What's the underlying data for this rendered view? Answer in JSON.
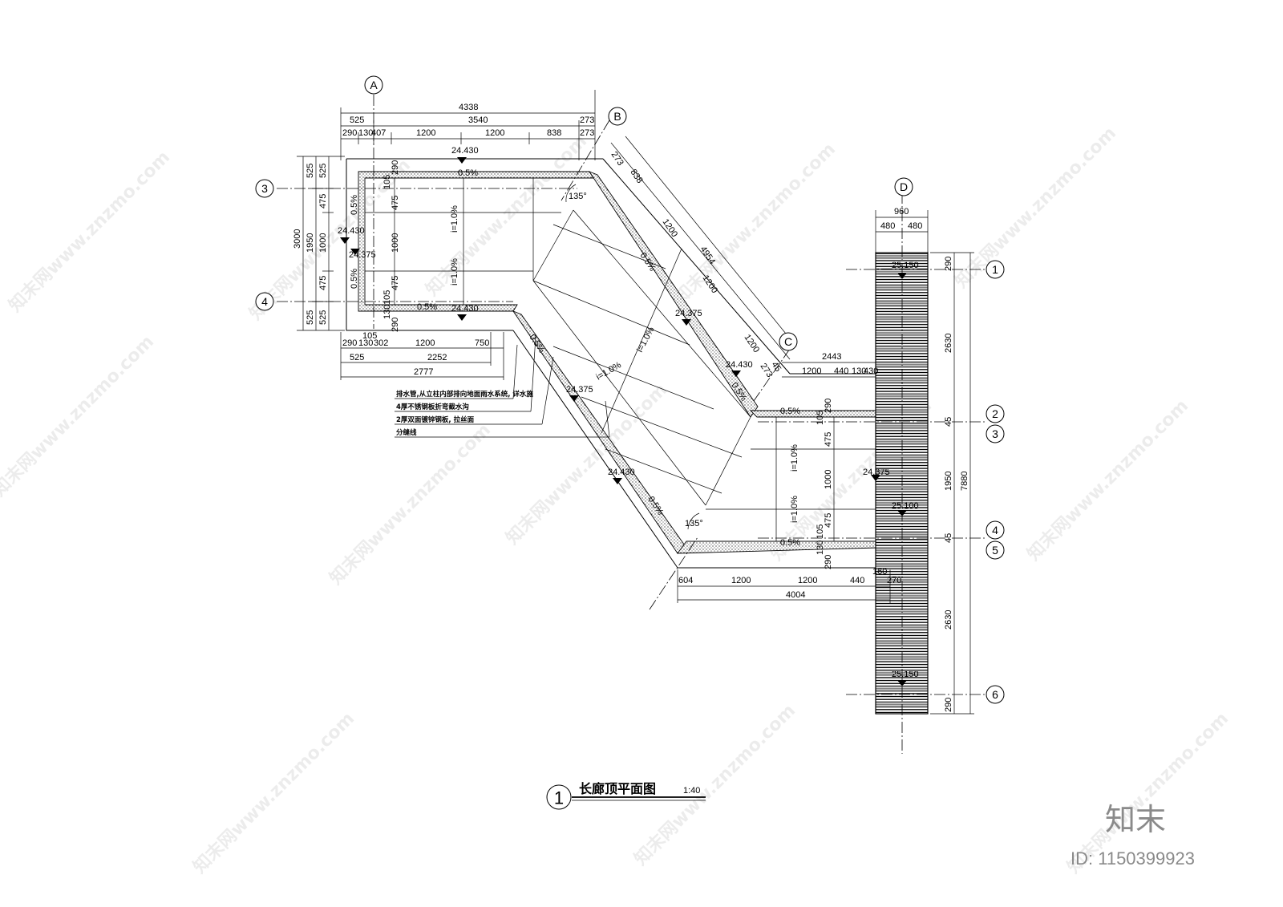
{
  "title": "长廊顶平面图",
  "title_no": "1",
  "scale": "1:40",
  "brand": "知末",
  "id_label": "ID: 1150399923",
  "watermark": "知末网www.znzmo.com",
  "grid_labels": {
    "A": "A",
    "B": "B",
    "C": "C",
    "D": "D",
    "g3": "3",
    "g4": "4",
    "r1": "1",
    "r2": "2",
    "r3": "3",
    "r4": "4",
    "r5": "5",
    "r6": "6"
  },
  "notes": [
    "排水管,从立柱内部排向地面雨水系统, 详水施",
    "4厚不锈钢板折弯截水沟",
    "2厚双面镀锌钢板, 拉丝面",
    "分缝线"
  ],
  "dims": {
    "top_total": "4338",
    "top_a": "525",
    "top_b": "3540",
    "top_c": "273",
    "top_d1": "290",
    "top_d2": "130",
    "top_d3": "407",
    "top_d4": "1200",
    "top_d5": "1200",
    "top_d6": "838",
    "top_d7": "273",
    "left_total": "3000",
    "left_a": "525",
    "left_b": "1950",
    "left_c": "525",
    "left_d1": "525",
    "left_d2": "475",
    "left_d3": "1000",
    "left_d4": "475",
    "left_d5": "525",
    "in_v1": "290",
    "in_v2": "105",
    "in_v3": "475",
    "in_v4": "1000",
    "in_v5": "475",
    "in_v6": "105",
    "in_v7": "130",
    "in_v8": "290",
    "bot_a1": "290",
    "bot_a2": "130",
    "bot_a3": "302",
    "bot_a4": "1200",
    "bot_a5": "750",
    "bot_a6": "105",
    "bot_b1": "525",
    "bot_b2": "2252",
    "bot_c": "2777",
    "diag_1": "273",
    "diag_2": "838",
    "diag_3": "1200",
    "diag_4": "1200",
    "diag_5": "1200",
    "diag_total": "4954",
    "diag_6": "273",
    "diag_7": "45",
    "c_total": "2443",
    "c_1": "1200",
    "c_2": "440",
    "c_3": "130",
    "c_4": "430",
    "d_total": "960",
    "d_1": "480",
    "d_2": "480",
    "r_v1": "290",
    "r_v2": "2630",
    "r_v3": "45",
    "r_v4": "1950",
    "r_v5": "45",
    "r_v6": "2630",
    "r_v7": "290",
    "r_total": "7880",
    "rb_v1": "290",
    "rb_v2": "105",
    "rb_v3": "475",
    "rb_v4": "1000",
    "rb_v5": "475",
    "rb_v6": "105",
    "rb_v7": "130",
    "rb_v8": "290",
    "bb_1": "604",
    "bb_2": "1200",
    "bb_3": "1200",
    "bb_4": "440",
    "bb_5": "160",
    "bb_6": "270",
    "bb_total": "4004",
    "angle": "135°"
  },
  "levels": {
    "l1": "24.430",
    "l2": "24.430",
    "l3": "24.375",
    "l4": "24.430",
    "l5": "24.375",
    "l6": "24.430",
    "l7": "24.375",
    "l8": "24.430",
    "l9": "24.375",
    "l10": "25.150",
    "l11": "25.100",
    "l12": "25.150"
  },
  "slopes": {
    "s1": "0.5%",
    "s2": "0.5%",
    "s3": "0.5%",
    "s4": "0.5%",
    "s5": "i=1.0%",
    "s6": "i=1.0%",
    "s7": "0.5%",
    "s8": "i=1.0%",
    "s9": "i=1.0%",
    "s10": "0.5%",
    "s11": "0.5%",
    "s12": "0.5%",
    "s13": "0.5%",
    "s14": "0.5%",
    "s15": "i=1.0%",
    "s16": "i=1.0%"
  }
}
